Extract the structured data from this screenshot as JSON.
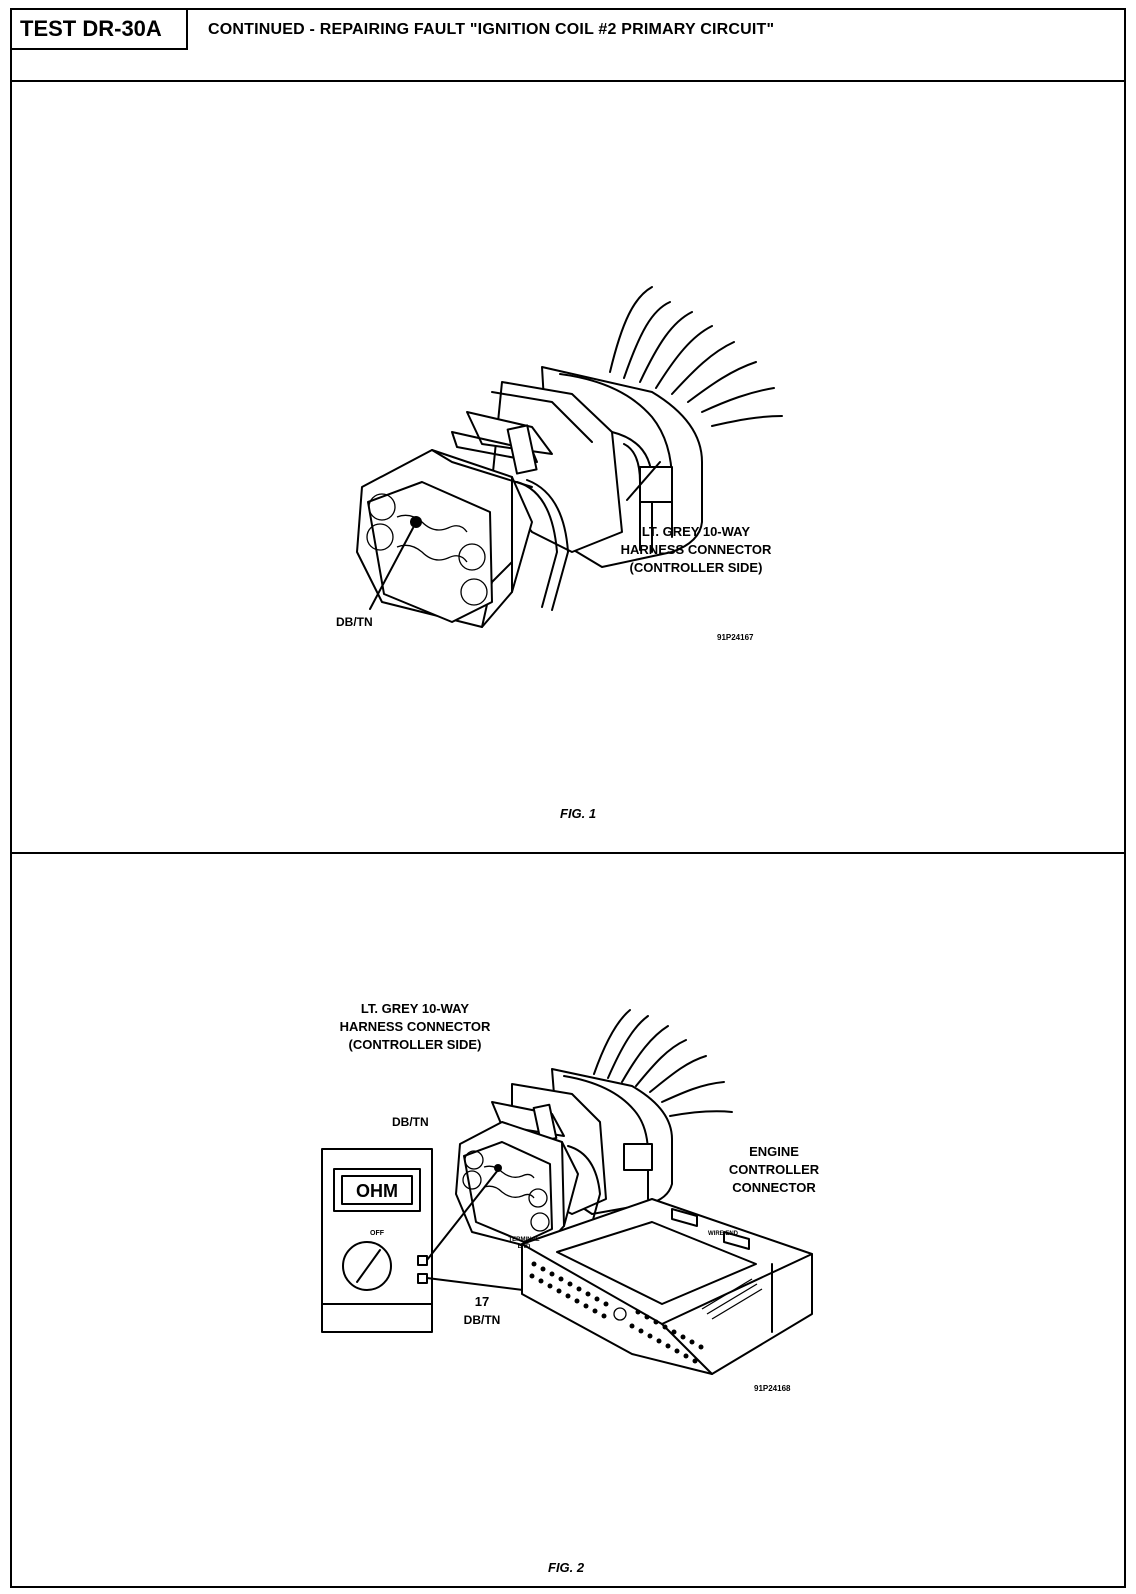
{
  "header": {
    "test_id": "TEST DR-30A",
    "title": "CONTINUED - REPAIRING FAULT \"IGNITION COIL #2 PRIMARY CIRCUIT\""
  },
  "figure1": {
    "connector_label": [
      "LT. GREY 10-WAY",
      "HARNESS CONNECTOR",
      "(CONTROLLER SIDE)"
    ],
    "wire_label": "DB/TN",
    "part_number": "91P24167",
    "caption": "FIG. 1"
  },
  "figure2": {
    "connector_label": [
      "LT. GREY 10-WAY",
      "HARNESS CONNECTOR",
      "(CONTROLLER SIDE)"
    ],
    "wire_label_top": "DB/TN",
    "engine_label": [
      "ENGINE",
      "CONTROLLER",
      "CONNECTOR"
    ],
    "meter_display": "OHM",
    "meter_dial_label": "OFF",
    "pin_number": "17",
    "pin_wire_label": "DB/TN",
    "terminal_end_label": [
      "TERMINAL",
      "END"
    ],
    "wire_end_label": "WIRE END",
    "part_number": "91P24168",
    "caption": "FIG. 2"
  }
}
